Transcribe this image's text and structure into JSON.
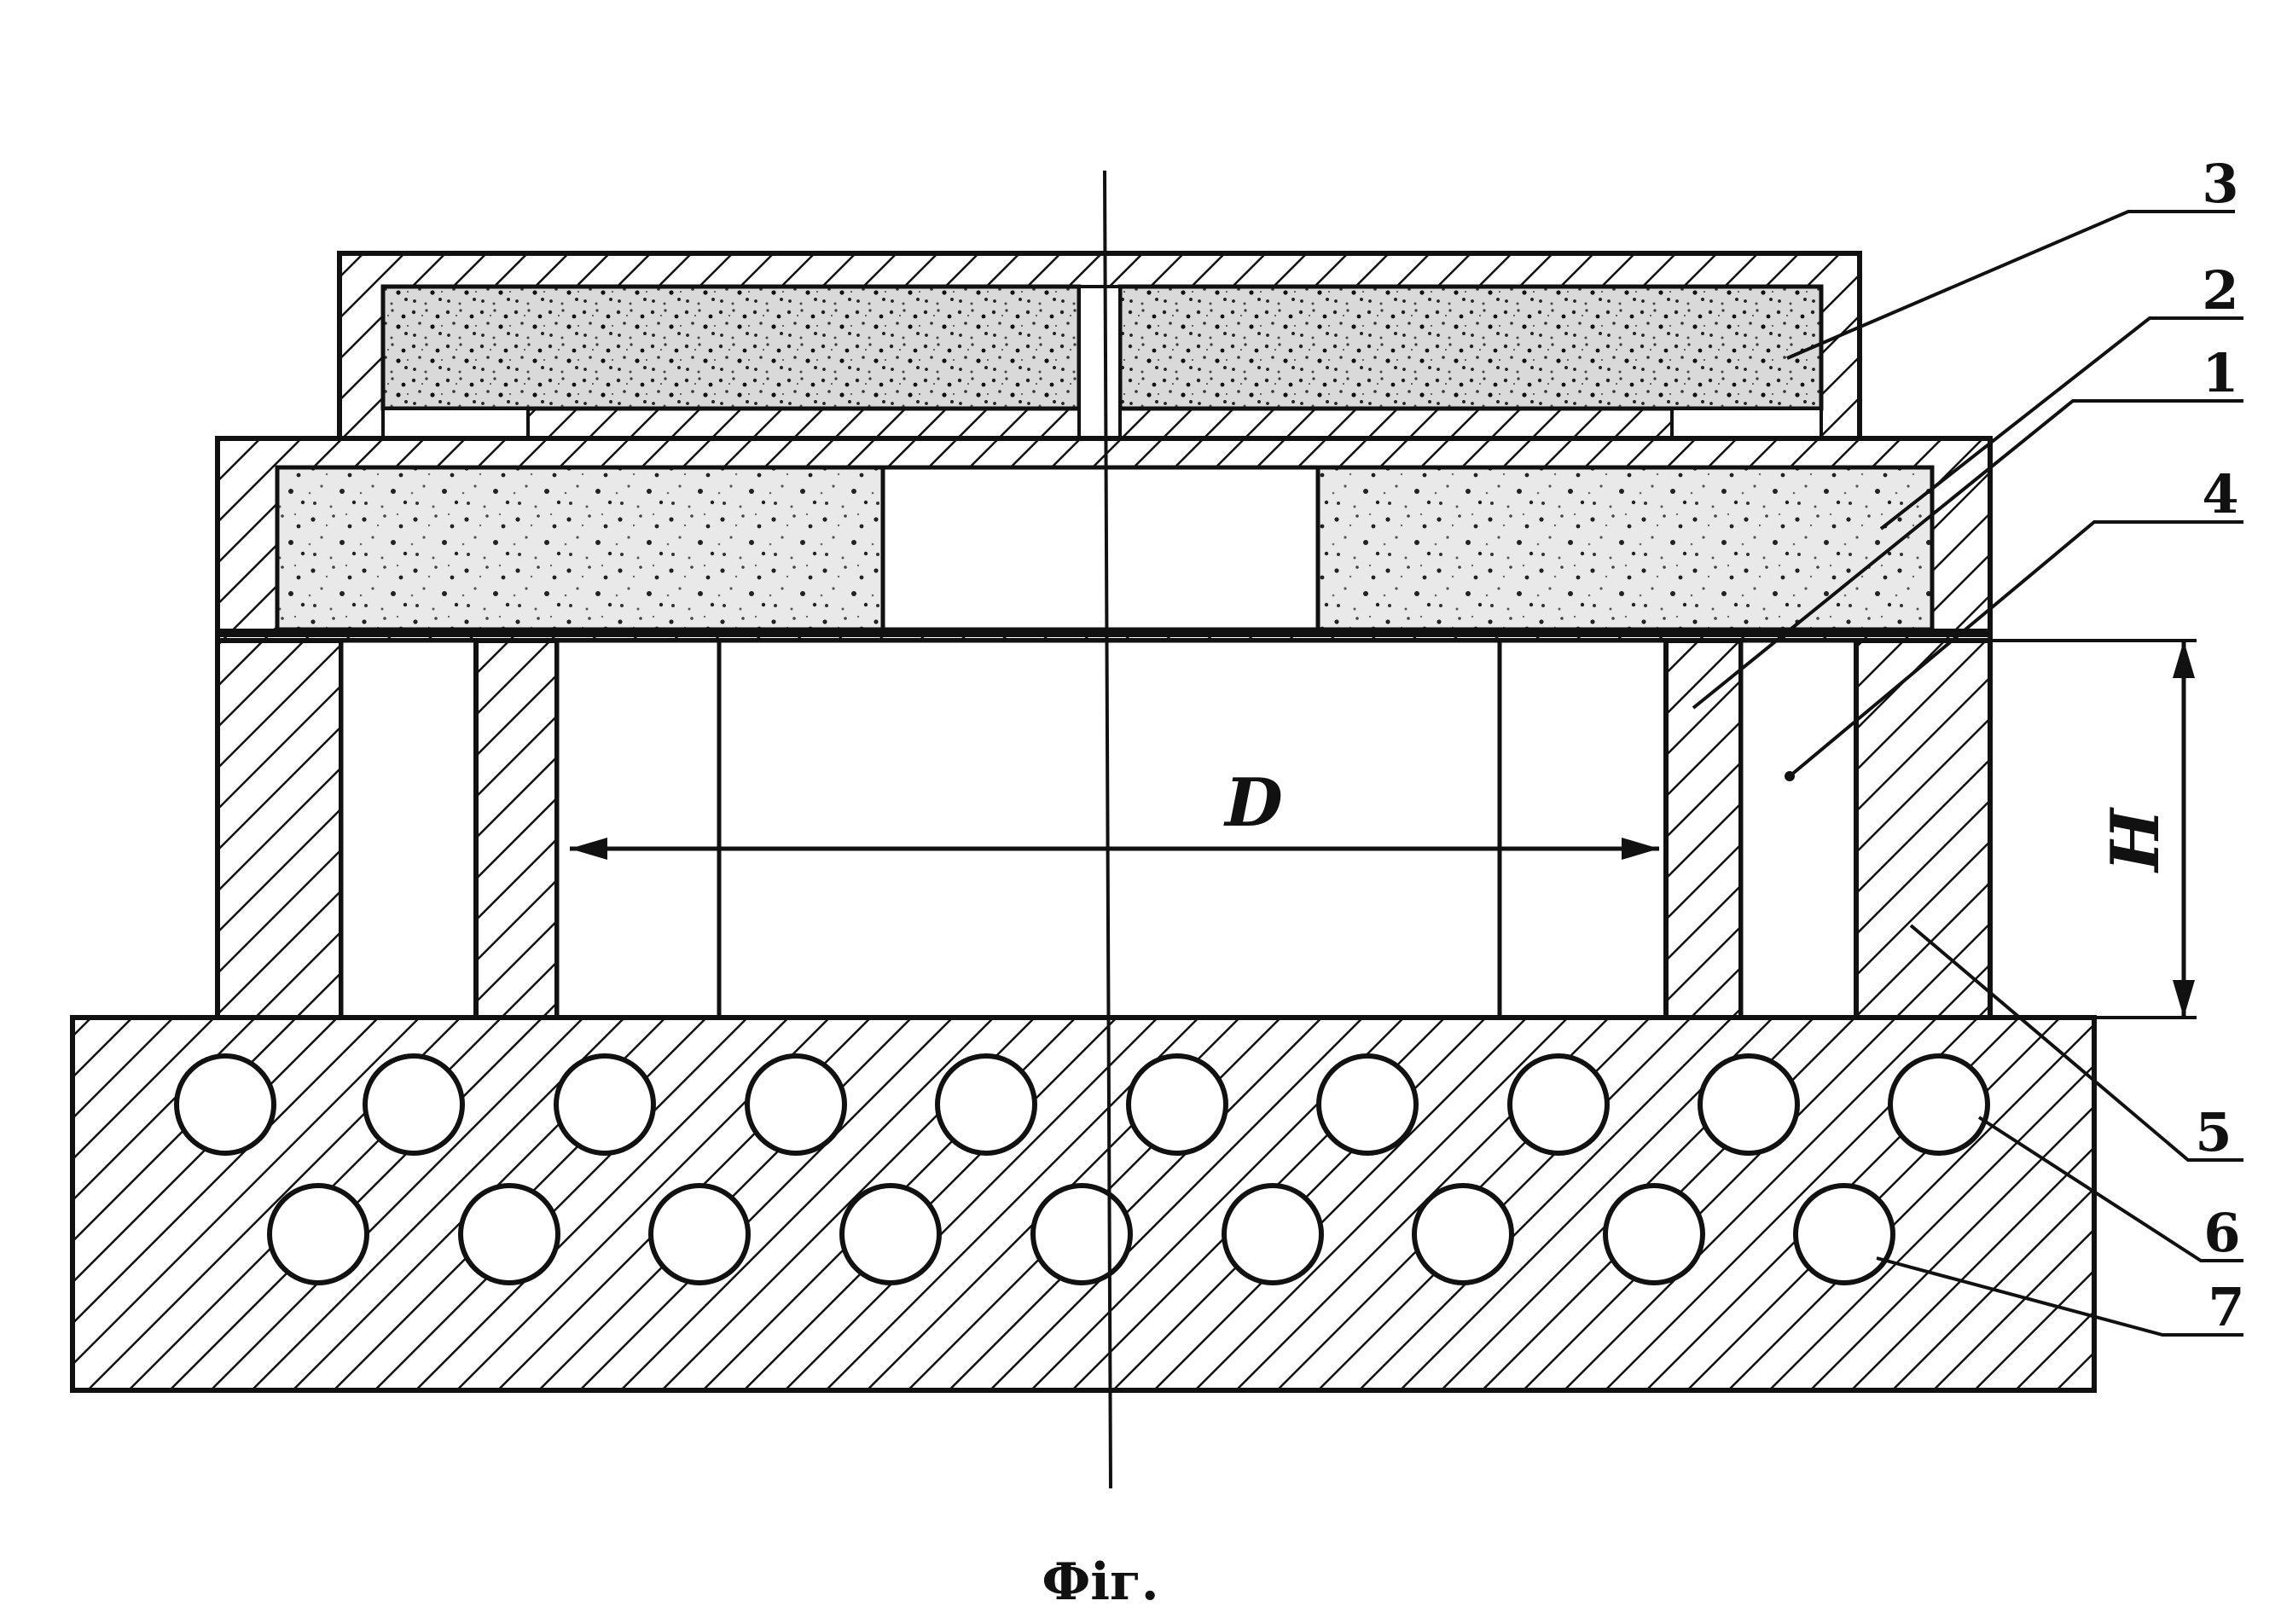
{
  "figure": {
    "caption": "Фіг.",
    "dimensions": {
      "diameter": "D",
      "height": "H"
    },
    "callouts": [
      {
        "id": "3",
        "label": "3"
      },
      {
        "id": "2",
        "label": "2"
      },
      {
        "id": "1",
        "label": "1"
      },
      {
        "id": "4",
        "label": "4"
      },
      {
        "id": "5",
        "label": "5"
      },
      {
        "id": "6",
        "label": "6"
      },
      {
        "id": "7",
        "label": "7"
      }
    ]
  }
}
